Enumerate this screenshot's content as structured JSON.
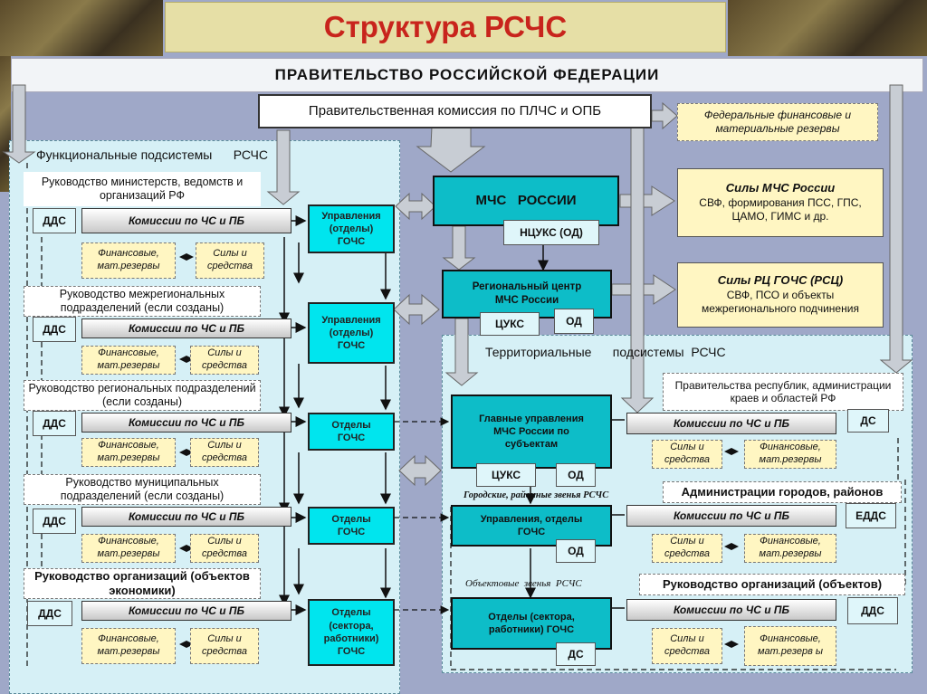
{
  "title": "Структура РСЧС",
  "government": "ПРАВИТЕЛЬСТВО  РОССИЙСКОЙ  ФЕДЕРАЦИИ",
  "commission": "Правительственная комиссия по ПЛЧС и ОПБ",
  "federal_reserves": "Федеральные финансовые и материальные резервы",
  "functional_title": "Функциональные подсистемы      РСЧС",
  "territorial_title": "Территориальные      подсистемы  РСЧС",
  "mchs": "МЧС   РОССИИ",
  "ntsuks": "НЦУКС (ОД)",
  "mchs_forces": {
    "title": "Силы  МЧС России",
    "text": "СВФ, формирования ПСС, ГПС, ЦАМО, ГИМС и др."
  },
  "rc": {
    "name": "Региональный  центр МЧС России",
    "tsuks": "ЦУКС",
    "od": "ОД"
  },
  "rc_forces": {
    "title": "Силы  РЦ  ГОЧС  (РСЦ)",
    "text": "СВФ,  ПСО  и  объекты межрегионального подчинения"
  },
  "gu": {
    "name": "Главные управления МЧС России по субъектам",
    "tsuks": "ЦУКС",
    "od": "ОД"
  },
  "city_links_label": "Городские, районные звенья РСЧС",
  "city_mgmt": {
    "name": "Управления, отделы ГОЧС",
    "od": "ОД"
  },
  "object_links_label": "Объектовые  звенья  РСЧС",
  "object_depts": {
    "name": "Отделы (сектора, работники) ГОЧС",
    "ds": "ДС"
  },
  "common": {
    "dds": "ДДС",
    "commission": "Комиссии  по  ЧС  и  ПБ",
    "finance": "Финансовые, мат.резервы",
    "forces": "Силы  и средства"
  },
  "left_rows": [
    {
      "head": "Руководство министерств, ведомств  и  организаций  РФ",
      "side": "Управления (отделы) ГОЧС"
    },
    {
      "head": "Руководство межрегиональных подразделений  (если созданы)",
      "side": "Управления (отделы) ГОЧС"
    },
    {
      "head": "Руководство региональных подразделений  (если созданы)",
      "side": "Отделы ГОЧС"
    },
    {
      "head": "Руководство муниципальных подразделений  (если созданы)",
      "side": "Отделы ГОЧС"
    },
    {
      "head": "Руководство организаций (объектов экономики)",
      "side": "Отделы (сектора, работники) ГОЧС"
    }
  ],
  "right_rows": [
    {
      "head": "Правительства республик, администрации краев и областей  РФ",
      "unit": "ДС",
      "finance": "Финансовые, мат.резервы"
    },
    {
      "head": "Администрации городов, районов",
      "unit": "ЕДДС",
      "finance": "Финансовые, мат.резервы"
    },
    {
      "head": "Руководство организаций (объектов)",
      "unit": "ДДС",
      "finance": "Финансовые, мат.резерв ы"
    }
  ],
  "colors": {
    "title_red": "#c8241c",
    "cyan": "#00e5ee",
    "teal": "#0dbdc8",
    "panel": "#d6f0f6",
    "cream": "#fff6c2"
  }
}
